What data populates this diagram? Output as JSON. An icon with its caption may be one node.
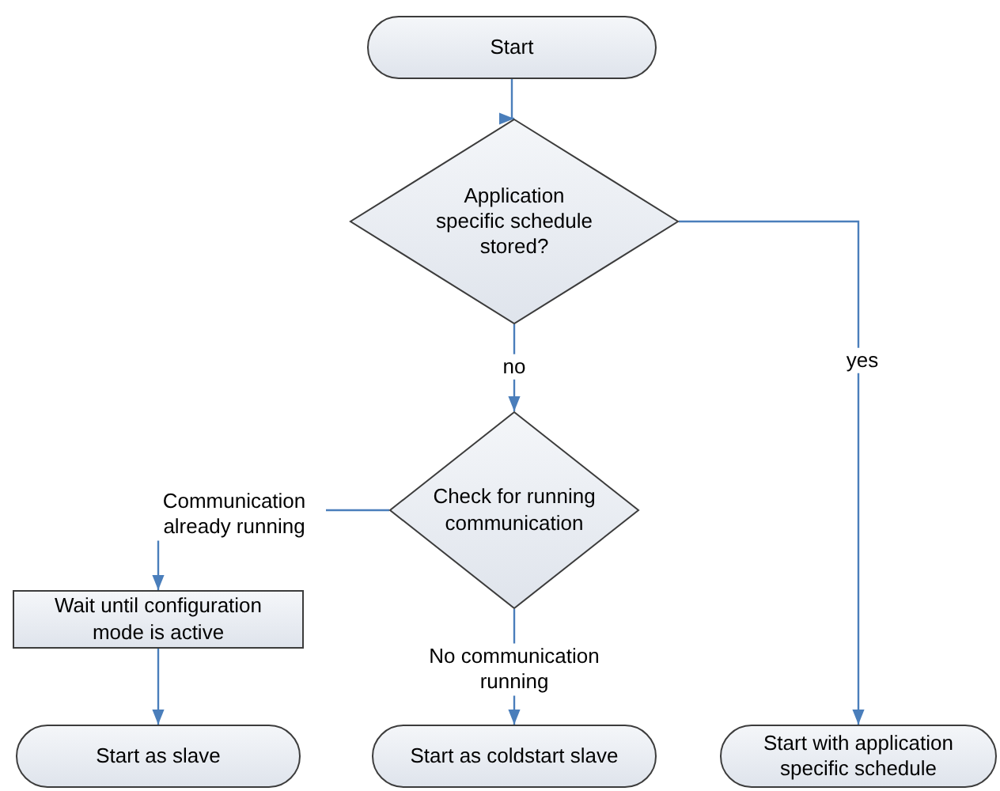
{
  "diagram": {
    "nodes": [
      {
        "text": [
          "Start"
        ]
      },
      {
        "text": [
          "Application specific schedule stored?"
        ]
      },
      {
        "text": [
          "Check for running communication"
        ]
      },
      {
        "text": [
          "Wait until configuration mode is active"
        ]
      },
      {
        "text": [
          "Start as slave"
        ]
      },
      {
        "text": [
          "Start as coldstart slave"
        ]
      },
      {
        "text": [
          "Start with application specific schedule"
        ]
      }
    ],
    "edges": [
      {
        "from": 0,
        "to": 1,
        "arrow": "to"
      },
      {
        "from": 1,
        "to": 2,
        "arrow": "to",
        "label": "no"
      },
      {
        "from": 1,
        "to": 6,
        "arrow": "to",
        "label": "yes"
      },
      {
        "from": 2,
        "to": 3,
        "arrow": "to",
        "label": "Communication already running"
      },
      {
        "from": 3,
        "to": 4,
        "arrow": "to"
      },
      {
        "from": 2,
        "to": 5,
        "arrow": "to",
        "label": "No communication running"
      }
    ]
  }
}
